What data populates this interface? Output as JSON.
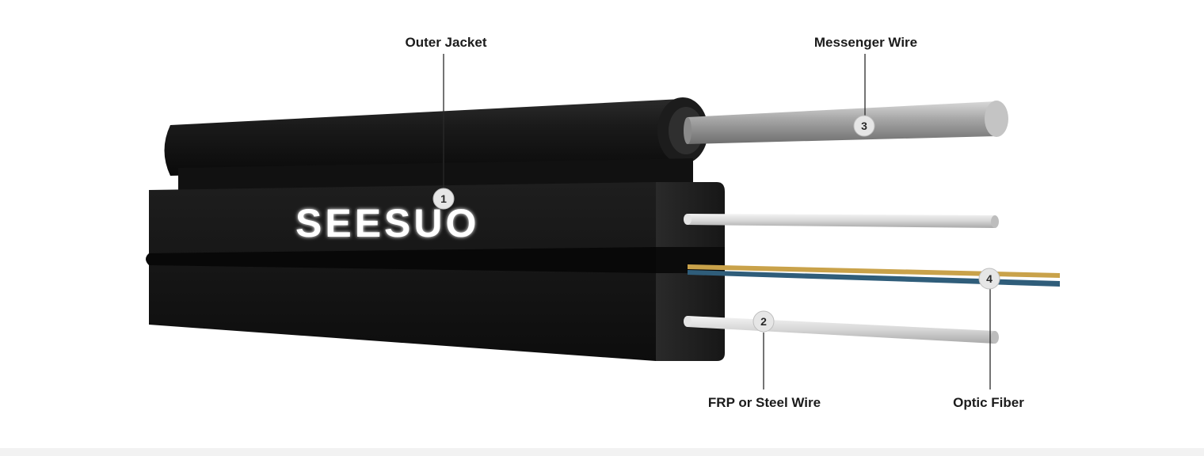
{
  "brand": {
    "logo_text": "SEESUO"
  },
  "callouts": {
    "outer_jacket": {
      "number": "1",
      "label": "Outer Jacket"
    },
    "frp_wire": {
      "number": "2",
      "label": "FRP or Steel Wire"
    },
    "messenger_wire": {
      "number": "3",
      "label": "Messenger Wire"
    },
    "optic_fiber": {
      "number": "4",
      "label": "Optic Fiber"
    }
  },
  "colors": {
    "jacket": "#161616",
    "messenger": "#9a9a9a",
    "strength_member": "#d9d9d9",
    "fiber_yellow": "#c9a24a",
    "fiber_blue": "#2f5d7a",
    "marker": "#e6e6e6"
  }
}
